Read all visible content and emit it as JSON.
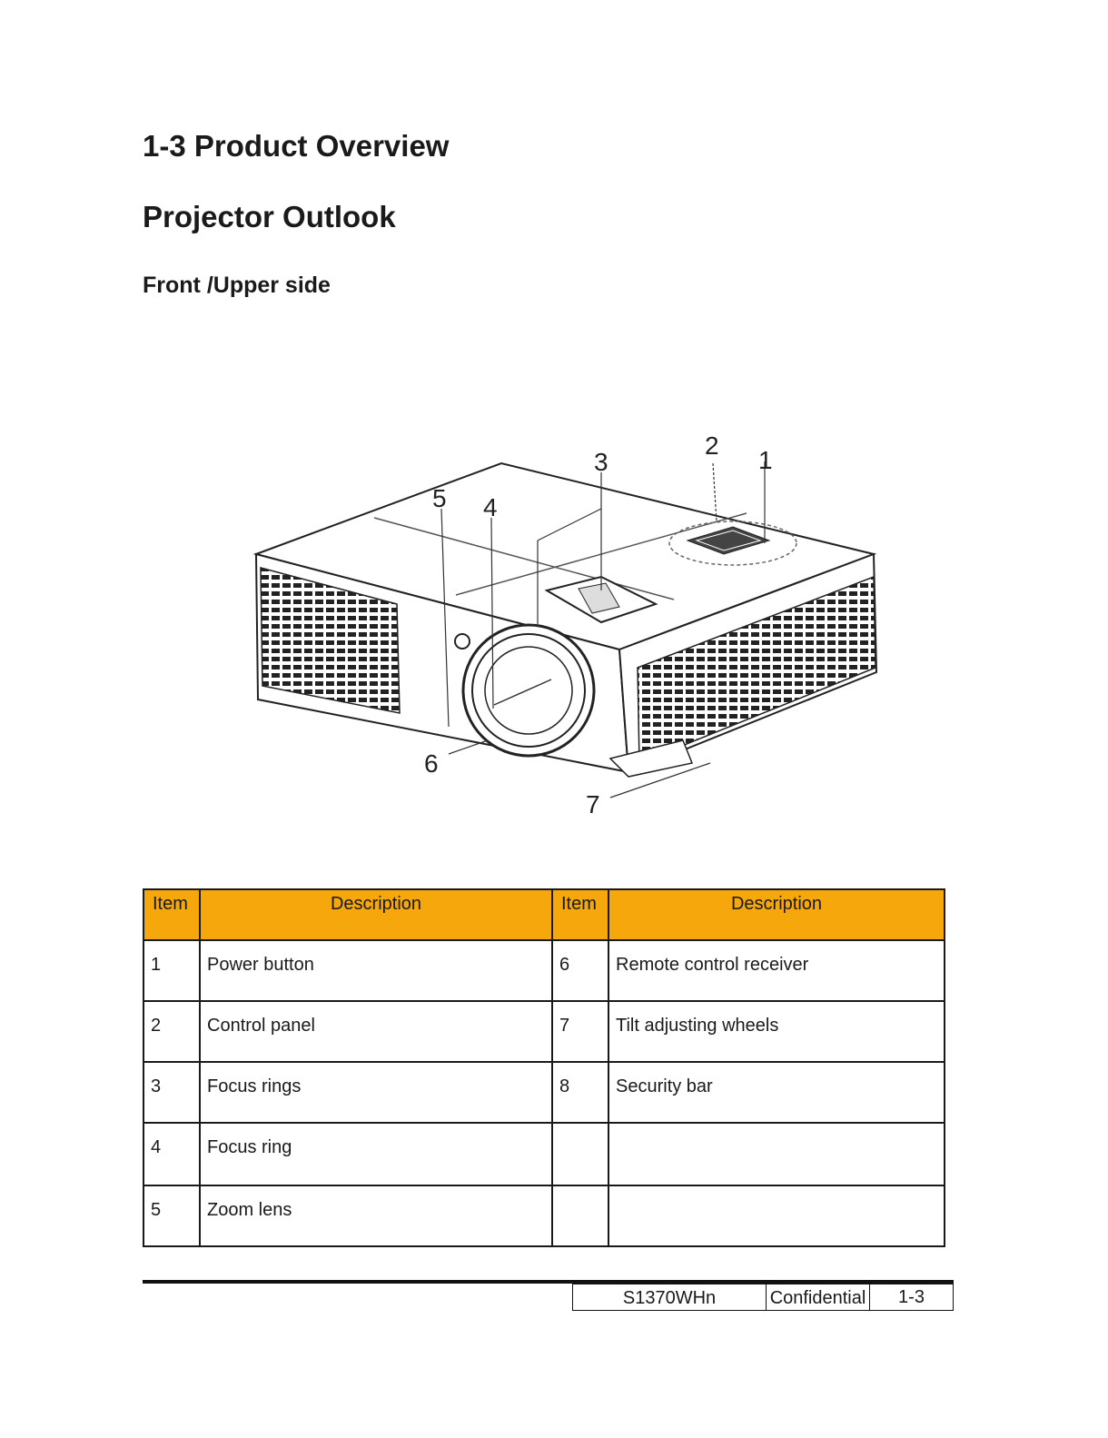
{
  "section_title": "1-3 Product Overview",
  "subtitle": "Projector Outlook",
  "view_title": "Front /Upper side",
  "figure": {
    "callouts": [
      "1",
      "2",
      "3",
      "4",
      "5",
      "6",
      "7"
    ]
  },
  "table": {
    "headers": [
      "Item",
      "Description",
      "Item",
      "Description"
    ],
    "rows": [
      [
        "1",
        "Power button",
        "6",
        "Remote control receiver"
      ],
      [
        "2",
        "Control panel",
        "7",
        "Tilt adjusting wheels"
      ],
      [
        "3",
        "Focus rings",
        "8",
        "Security bar"
      ],
      [
        "4",
        "Focus ring",
        "",
        ""
      ],
      [
        "5",
        "Zoom lens",
        "",
        ""
      ]
    ]
  },
  "footer": {
    "model": "S1370WHn",
    "classification": "Confidential",
    "page": "1-3"
  },
  "colors": {
    "header_fill": "#f5a70c"
  }
}
